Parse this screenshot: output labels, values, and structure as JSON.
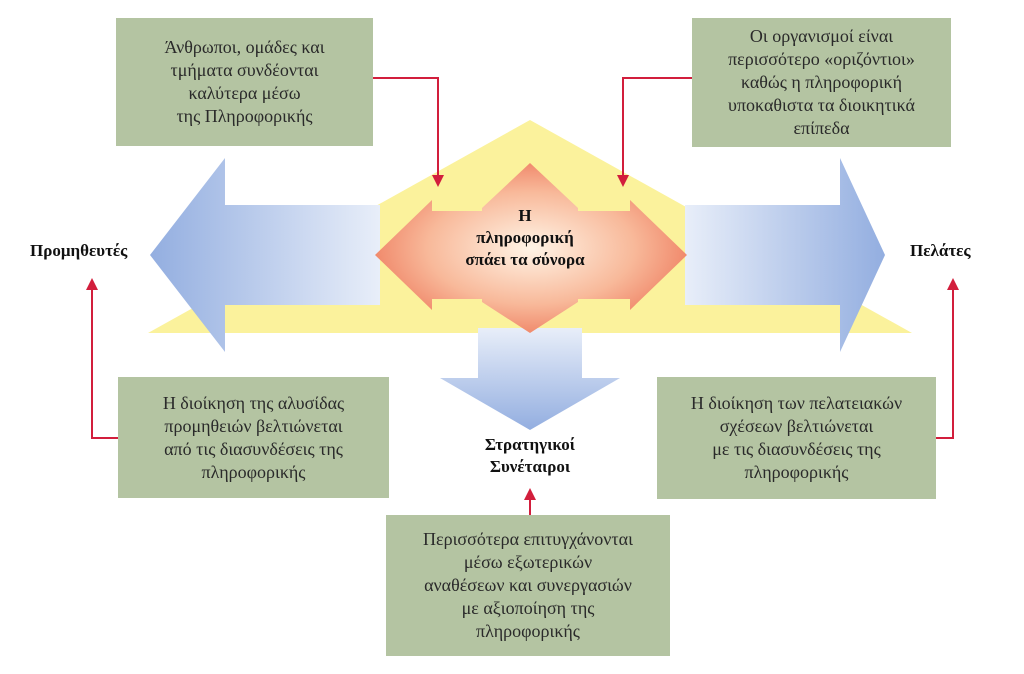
{
  "center": {
    "text": "Η\nπληροφορική\nσπάει τα σύνορα"
  },
  "labels": {
    "left": "Προμηθευτές",
    "right": "Πελάτες",
    "bottom": "Στρατηγικοί\nΣυνέταιροι"
  },
  "boxes": {
    "top_left": "Άνθρωποι, ομάδες και\nτμήματα συνδέονται\nκαλύτερα μέσω\nτης Πληροφορικής",
    "top_right": "Οι οργανισμοί είναι\nπερισσότερο «οριζόντιοι»\nκαθώς η πληροφορική\nυποκαθιστα τα διοικητικά\nεπίπεδα",
    "bottom_left": "Η διοίκηση της αλυσίδας\nπρομηθειών βελτιώνεται\nαπό τις διασυνδέσεις της\nπληροφορικής",
    "bottom_right": "Η διοίκηση των πελατειακών\nσχέσεων βελτιώνεται\nμε τις διασυνδέσεις της\nπληροφορικής",
    "bottom_center": "Περισσότερα επιτυγχάνονται\nμέσω εξωτερικών\nαναθέσεων και συνεργασιών\nμε αξιοποίηση της\nπληροφορικής"
  },
  "colors": {
    "box_fill": "#b4c4a2",
    "house_fill": "#fbf29c",
    "big_arrow": "#a7bbe2",
    "center_arrow": "#f07f62",
    "connector": "#d21e3c"
  }
}
